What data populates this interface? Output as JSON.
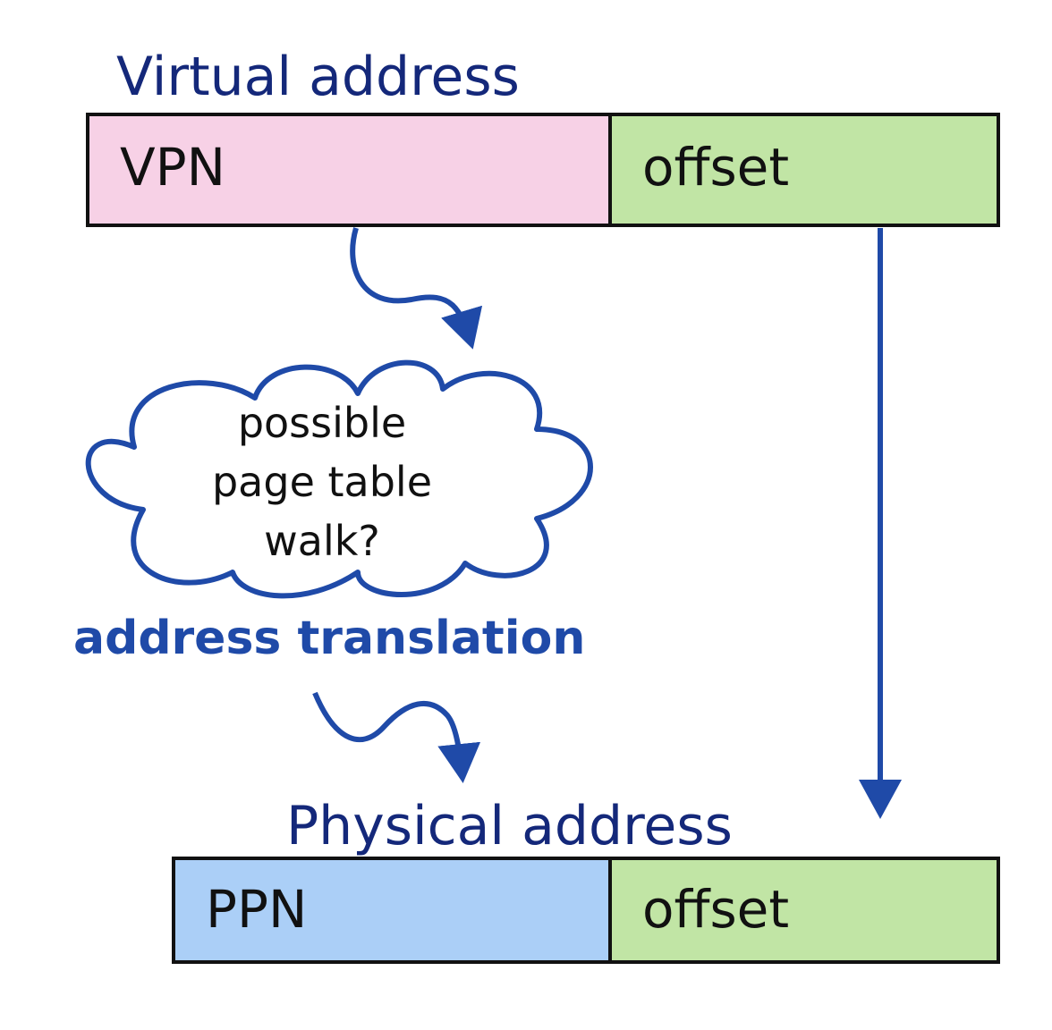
{
  "colors": {
    "label_blue": "#14287a",
    "arrow_blue": "#1f4aa8",
    "outline": "#111111",
    "vpn_fill": "#f7d1e6",
    "ppn_fill": "#abcff7",
    "offset_fill": "#c1e5a5",
    "cloud_fill": "#ffffff"
  },
  "virtual": {
    "title": "Virtual address",
    "vpn_label": "VPN",
    "offset_label": "offset"
  },
  "cloud": {
    "lines": [
      "possible",
      "page table",
      "walk?"
    ]
  },
  "translation_label": "address translation",
  "physical": {
    "title": "Physical address",
    "ppn_label": "PPN",
    "offset_label": "offset"
  },
  "icons": [
    "translation-arrow-icon",
    "offset-pass-arrow-icon",
    "cloud-icon"
  ]
}
